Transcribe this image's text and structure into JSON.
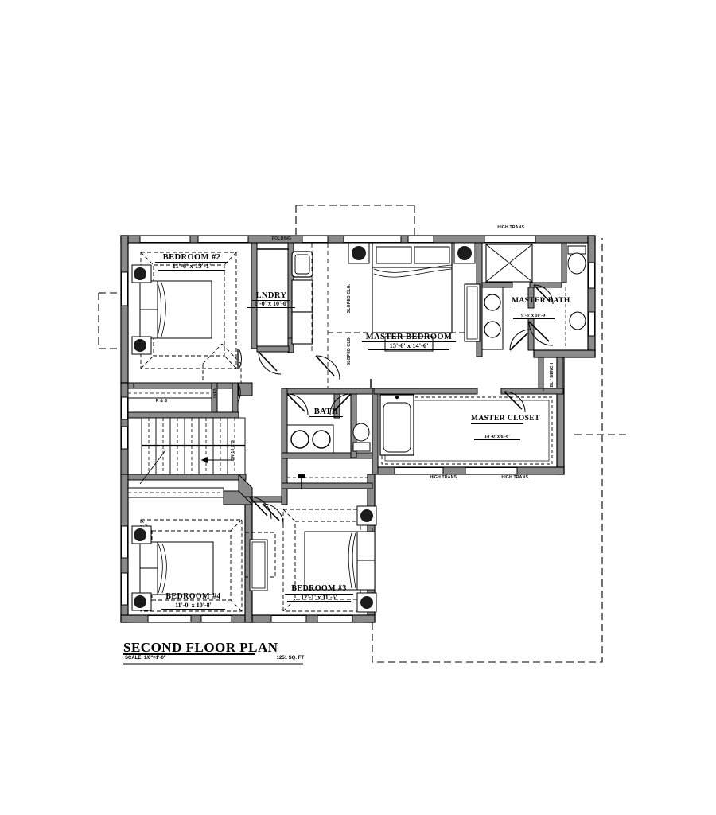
{
  "drawing": {
    "title": "SECOND FLOOR PLAN",
    "scale": "SCALE: 1/8\"=1'-0\"",
    "area": "1251 SQ. FT",
    "ink": "#000000",
    "wall_fill": "#8a8a8a",
    "paper": "#ffffff"
  },
  "rooms": [
    {
      "id": "bedroom2",
      "name": "BEDROOM #2",
      "dim": "11'-6' x 13'-1'"
    },
    {
      "id": "laundry",
      "name": "LNDRY",
      "dim": "6'-0' x 10'-0'"
    },
    {
      "id": "master_bedroom",
      "name": "MASTER BEDROOM",
      "dim": "15'-6' x 14'-6'"
    },
    {
      "id": "master_bath",
      "name": "MASTER BATH",
      "dim": "9'-8' x 10'-9'"
    },
    {
      "id": "master_closet",
      "name": "MASTER CLOSET",
      "dim": "14'-0' x 6'-6'"
    },
    {
      "id": "bath",
      "name": "BATH",
      "dim": ""
    },
    {
      "id": "bedroom3",
      "name": "BEDROOM #3",
      "dim": "12'-1' x 11'-6'"
    },
    {
      "id": "bedroom4",
      "name": "BEDROOM #4",
      "dim": "11'-0' x 10'-8'"
    }
  ],
  "annotations": {
    "folding": "FOLDING",
    "linen": "LINEN",
    "shelf_rod": "R & S",
    "stairs": "DN 16 R'S",
    "sloped_ceiling": "SLOPED CLG.",
    "hook_bench": "BL / BENCH",
    "high_transom": "HIGH TRANS."
  },
  "transom_labels": [
    {
      "id": "t1",
      "text": "HIGH TRANS."
    },
    {
      "id": "t2",
      "text": "HIGH TRANS."
    },
    {
      "id": "t3",
      "text": "HIGH TRANS."
    }
  ],
  "sloped_labels": [
    {
      "id": "s1",
      "text": "SLOPED CLG."
    },
    {
      "id": "s2",
      "text": "SLOPED CLG."
    }
  ]
}
